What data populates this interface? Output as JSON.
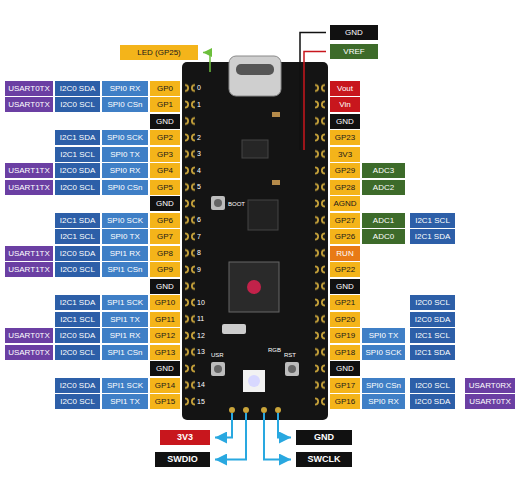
{
  "diagram": {
    "nodes": [
      {
        "text": [
          "LED (GP25)"
        ]
      },
      {
        "text": [
          "GND"
        ]
      },
      {
        "text": [
          "VREF"
        ]
      },
      {
        "text": [
          "USART0TX"
        ]
      },
      {
        "text": [
          "I2C0 SDA"
        ]
      },
      {
        "text": [
          "SPI0 RX"
        ]
      },
      {
        "text": [
          "GP0"
        ]
      },
      {
        "text": [
          "Vout"
        ]
      },
      {
        "text": [
          "USART0TX"
        ]
      },
      {
        "text": [
          "I2C0 SCL"
        ]
      },
      {
        "text": [
          "SPI0 CSn"
        ]
      },
      {
        "text": [
          "GP1"
        ]
      },
      {
        "text": [
          "Vin"
        ]
      },
      {
        "text": [
          "GND"
        ]
      },
      {
        "text": [
          "GND"
        ]
      },
      {
        "text": [
          "I2C1 SDA"
        ]
      },
      {
        "text": [
          "SPI0 SCK"
        ]
      },
      {
        "text": [
          "GP2"
        ]
      },
      {
        "text": [
          "GP23"
        ]
      },
      {
        "text": [
          "I2C1 SCL"
        ]
      },
      {
        "text": [
          "SPI0 TX"
        ]
      },
      {
        "text": [
          "GP3"
        ]
      },
      {
        "text": [
          "3V3"
        ]
      },
      {
        "text": [
          "USART1TX"
        ]
      },
      {
        "text": [
          "I2C0 SDA"
        ]
      },
      {
        "text": [
          "SPI0 RX"
        ]
      },
      {
        "text": [
          "GP4"
        ]
      },
      {
        "text": [
          "GP29"
        ]
      },
      {
        "text": [
          "ADC3"
        ]
      },
      {
        "text": [
          "USART1TX"
        ]
      },
      {
        "text": [
          "I2C0 SCL"
        ]
      },
      {
        "text": [
          "SPI0 CSn"
        ]
      },
      {
        "text": [
          "GP5"
        ]
      },
      {
        "text": [
          "GP28"
        ]
      },
      {
        "text": [
          "ADC2"
        ]
      },
      {
        "text": [
          "GND"
        ]
      },
      {
        "text": [
          "AGND"
        ]
      },
      {
        "text": [
          "I2C1 SDA"
        ]
      },
      {
        "text": [
          "SPI0 SCK"
        ]
      },
      {
        "text": [
          "GP6"
        ]
      },
      {
        "text": [
          "GP27"
        ]
      },
      {
        "text": [
          "ADC1"
        ]
      },
      {
        "text": [
          "I2C1 SCL"
        ]
      },
      {
        "text": [
          "I2C1 SCL"
        ]
      },
      {
        "text": [
          "SPI0 TX"
        ]
      },
      {
        "text": [
          "GP7"
        ]
      },
      {
        "text": [
          "GP26"
        ]
      },
      {
        "text": [
          "ADC0"
        ]
      },
      {
        "text": [
          "I2C1 SDA"
        ]
      },
      {
        "text": [
          "USART1TX"
        ]
      },
      {
        "text": [
          "I2C0 SDA"
        ]
      },
      {
        "text": [
          "SPI1 RX"
        ]
      },
      {
        "text": [
          "GP8"
        ]
      },
      {
        "text": [
          "RUN"
        ]
      },
      {
        "text": [
          "USART1TX"
        ]
      },
      {
        "text": [
          "I2C0 SCL"
        ]
      },
      {
        "text": [
          "SPI1 CSn"
        ]
      },
      {
        "text": [
          "GP9"
        ]
      },
      {
        "text": [
          "GP22"
        ]
      },
      {
        "text": [
          "GND"
        ]
      },
      {
        "text": [
          "GND"
        ]
      },
      {
        "text": [
          "I2C1 SDA"
        ]
      },
      {
        "text": [
          "SPI1 SCK"
        ]
      },
      {
        "text": [
          "GP10"
        ]
      },
      {
        "text": [
          "GP21"
        ]
      },
      {
        "text": [
          "I2C0 SCL"
        ]
      },
      {
        "text": [
          "I2C1 SCL"
        ]
      },
      {
        "text": [
          "SPI1 TX"
        ]
      },
      {
        "text": [
          "GP11"
        ]
      },
      {
        "text": [
          "GP20"
        ]
      },
      {
        "text": [
          "I2C0 SDA"
        ]
      },
      {
        "text": [
          "USART0TX"
        ]
      },
      {
        "text": [
          "I2C0 SDA"
        ]
      },
      {
        "text": [
          "SPI1 RX"
        ]
      },
      {
        "text": [
          "GP12"
        ]
      },
      {
        "text": [
          "GP19"
        ]
      },
      {
        "text": [
          "SPI0 TX"
        ]
      },
      {
        "text": [
          "I2C1 SCL"
        ]
      },
      {
        "text": [
          "USART0TX"
        ]
      },
      {
        "text": [
          "I2C0 SCL"
        ]
      },
      {
        "text": [
          "SPI1 CSn"
        ]
      },
      {
        "text": [
          "GP13"
        ]
      },
      {
        "text": [
          "GP18"
        ]
      },
      {
        "text": [
          "SPI0 SCK"
        ]
      },
      {
        "text": [
          "I2C1 SDA"
        ]
      },
      {
        "text": [
          "GND"
        ]
      },
      {
        "text": [
          "GND"
        ]
      },
      {
        "text": [
          "I2C0 SDA"
        ]
      },
      {
        "text": [
          "SPI1 SCK"
        ]
      },
      {
        "text": [
          "GP14"
        ]
      },
      {
        "text": [
          "GP17"
        ]
      },
      {
        "text": [
          "SPI0 CSn"
        ]
      },
      {
        "text": [
          "I2C0 SCL"
        ]
      },
      {
        "text": [
          "USART0RX"
        ]
      },
      {
        "text": [
          "I2C0 SCL"
        ]
      },
      {
        "text": [
          "SPI1 TX"
        ]
      },
      {
        "text": [
          "GP15"
        ]
      },
      {
        "text": [
          "GP16"
        ]
      },
      {
        "text": [
          "SPI0 RX"
        ]
      },
      {
        "text": [
          "I2C0 SDA"
        ]
      },
      {
        "text": [
          "USART0TX"
        ]
      },
      {
        "text": [
          "3V3"
        ]
      },
      {
        "text": [
          "GND"
        ]
      },
      {
        "text": [
          "SWDIO"
        ]
      },
      {
        "text": [
          "SWCLK"
        ]
      }
    ],
    "labels": [
      "0",
      "1",
      "2",
      "3",
      "4",
      "5",
      "6",
      "7",
      "8",
      "9",
      "10",
      "11",
      "12",
      "13",
      "14",
      "15",
      "BOOT",
      "RGB",
      "USR",
      "RST"
    ]
  }
}
